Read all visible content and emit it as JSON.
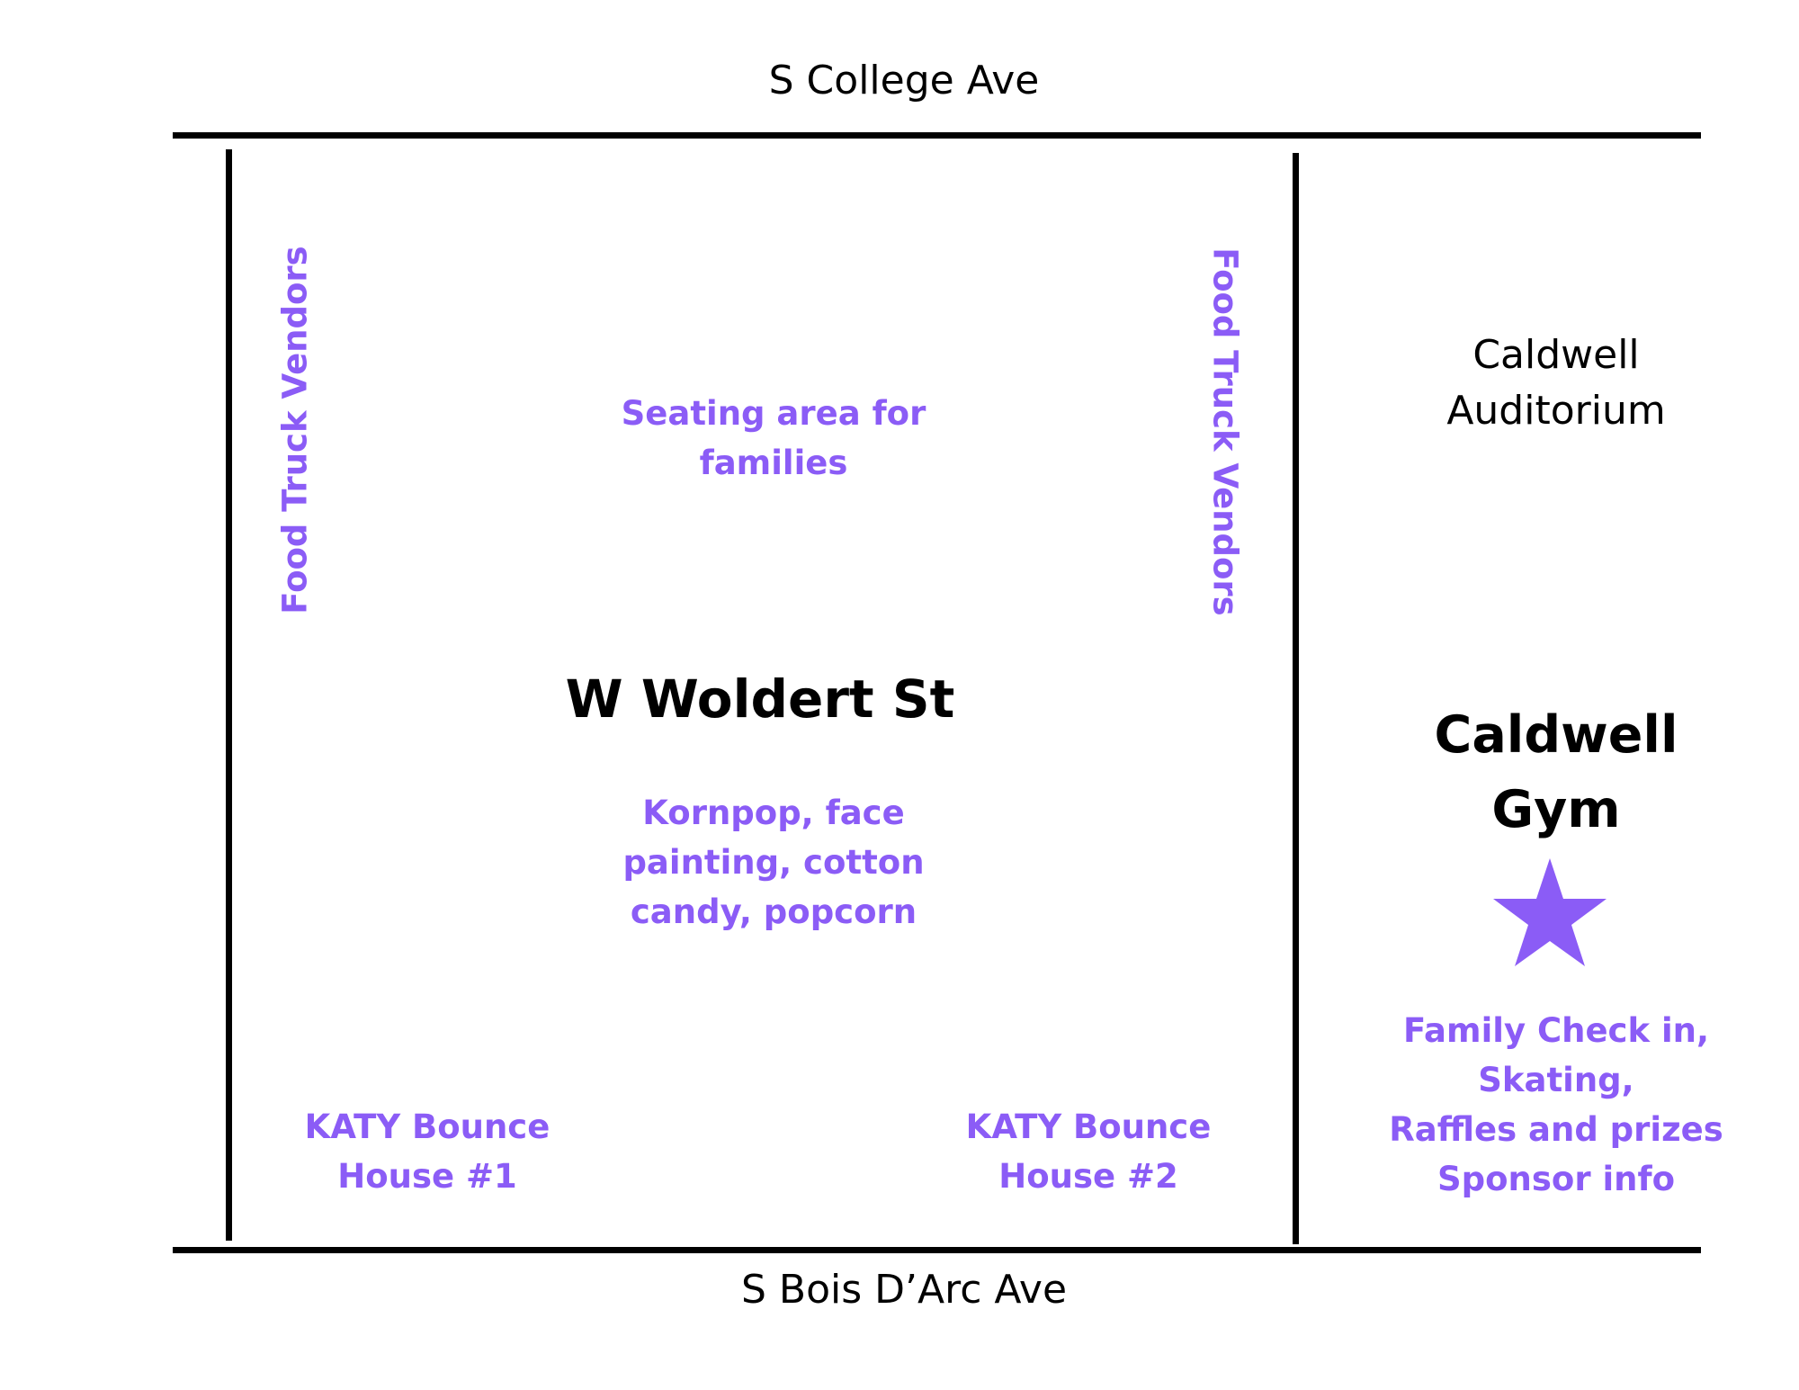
{
  "colors": {
    "accent": "#8b5cf6",
    "text": "#000000",
    "background": "#ffffff"
  },
  "streets": {
    "top": "S College Ave",
    "bottom": "S Bois D’Arc Ave",
    "center": "W Woldert St"
  },
  "buildings": {
    "auditorium": {
      "line1": "Caldwell",
      "line2": "Auditorium"
    },
    "gym": {
      "line1": "Caldwell",
      "line2": "Gym",
      "marker_icon": "star-icon"
    }
  },
  "areas": {
    "food_truck_left": "Food Truck Vendors",
    "food_truck_right": "Food Truck Vendors",
    "seating": {
      "line1": "Seating area for",
      "line2": "families"
    },
    "activities": {
      "line1": "Kornpop, face",
      "line2": "painting, cotton",
      "line3": "candy, popcorn"
    },
    "bounce1": {
      "line1": "KATY Bounce",
      "line2": "House #1"
    },
    "bounce2": {
      "line1": "KATY Bounce",
      "line2": "House #2"
    },
    "gym_activities": {
      "line1": "Family Check in,",
      "line2": "Skating,",
      "line3": "Raffles and prizes",
      "line4": "Sponsor info"
    }
  }
}
